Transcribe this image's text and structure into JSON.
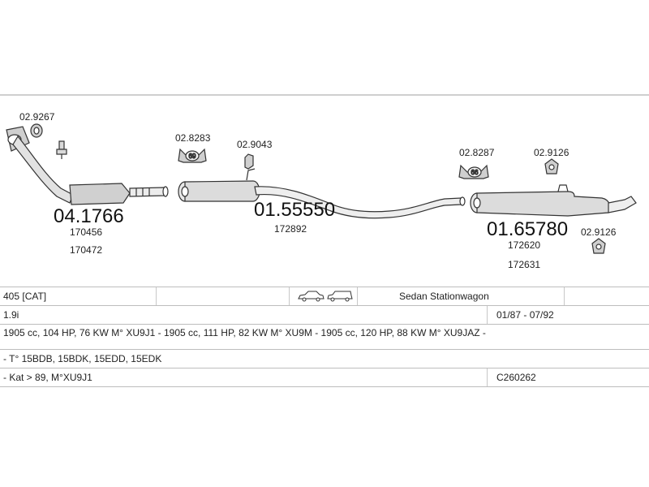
{
  "parts": {
    "manifold_pipe": {
      "number": "04.1766",
      "refs": [
        "170456",
        "170472"
      ]
    },
    "middle_silencer": {
      "number": "01.55550",
      "refs": [
        "172892"
      ]
    },
    "rear_silencer": {
      "number": "01.65780",
      "refs": [
        "172620",
        "172631"
      ]
    }
  },
  "fittings": {
    "gasket": "02.9267",
    "mount_front": {
      "number": "02.8283",
      "badge": "69"
    },
    "clamp_front": "02.9043",
    "mount_rear": {
      "number": "02.8287",
      "badge": "66"
    },
    "rubber_top": "02.9126",
    "rubber_bottom": "02.9126"
  },
  "vehicle": {
    "model": "405  [CAT]",
    "body": "Sedan  Stationwagon",
    "engine": "1.9i",
    "years": "01/87 - 07/92",
    "power": "1905 cc, 104 HP, 76 KW M° XU9J1 - 1905 cc, 111 HP, 82 KW M° XU9M - 1905 cc, 120 HP, 88 KW M° XU9JAZ -",
    "types": "- T° 15BDB, 15BDK, 15EDD, 15EDK",
    "notes": "- Kat > 89, M°XU9J1",
    "code": "C260262"
  },
  "icons": [
    "sedan-car-icon",
    "stationwagon-car-icon"
  ],
  "colors": {
    "line": "#333333",
    "part_fill": "#d9d9d9",
    "border": "#bdbdbd"
  }
}
